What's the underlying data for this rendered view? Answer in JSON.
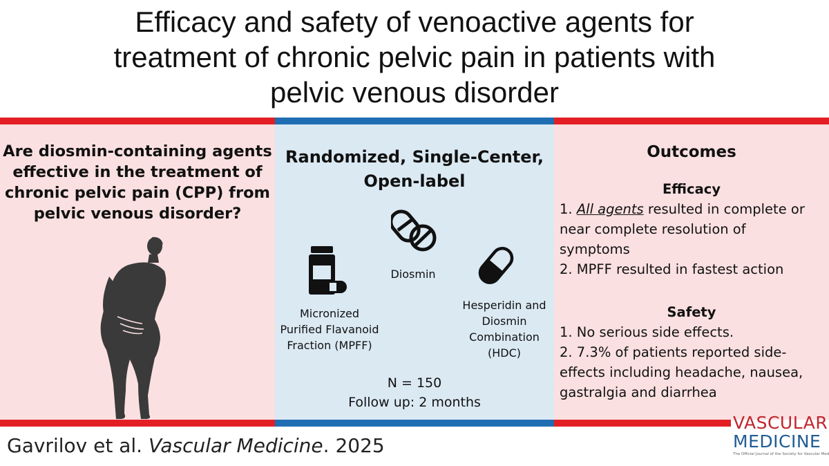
{
  "title": {
    "line1": "Efficacy and safety of venoactive agents for",
    "line2": "treatment of chronic pelvic pain in patients with",
    "line3": "pelvic venous disorder"
  },
  "colors": {
    "red": "#e31f25",
    "blue": "#1f6db3",
    "pink": "#fbe0e1",
    "light_blue": "#dbe9f3"
  },
  "question": {
    "line1": "Are diosmin-containing agents",
    "line2": "effective in the treatment of",
    "line3": "chronic pelvic pain (CPP) from",
    "line4": "pelvic venous disorder?"
  },
  "design": {
    "line1": "Randomized, Single-Center,",
    "line2": "Open-label",
    "arms": {
      "diosmin": "Diosmin",
      "mpff": {
        "line1": "Micronized",
        "line2": "Purified Flavanoid",
        "line3": "Fraction (MPFF)"
      },
      "hdc": {
        "line1": "Hesperidin and",
        "line2": "Diosmin",
        "line3": "Combination",
        "line4": "(HDC)"
      }
    },
    "n": "N = 150",
    "follow_up": "Follow up: 2 months"
  },
  "outcomes": {
    "heading": "Outcomes",
    "efficacy": {
      "heading": "Efficacy",
      "item1_prefix": "1. ",
      "item1_emph": "All agents",
      "item1_rest": " resulted in complete or",
      "item1_line2": "near complete resolution of",
      "item1_line3": "symptoms",
      "item2": "2. MPFF resulted in fastest action"
    },
    "safety": {
      "heading": "Safety",
      "item1": "1. No serious side effects.",
      "item2_line1": "2. 7.3% of patients reported side-",
      "item2_line2": "effects including headache, nausea,",
      "item2_line3": "gastralgia and diarrhea"
    }
  },
  "citation": {
    "authors": "Gavrilov et al. ",
    "journal": "Vascular Medicine",
    "year": ". 2025"
  },
  "logo": {
    "line1": "VASCULAR",
    "line2": "MEDICINE",
    "tagline": "The Official Journal of the Society for Vascular Medicine"
  },
  "icons": [
    "woman-silhouette-icon",
    "pill-bottle-icon",
    "tablets-icon",
    "capsule-icon"
  ]
}
